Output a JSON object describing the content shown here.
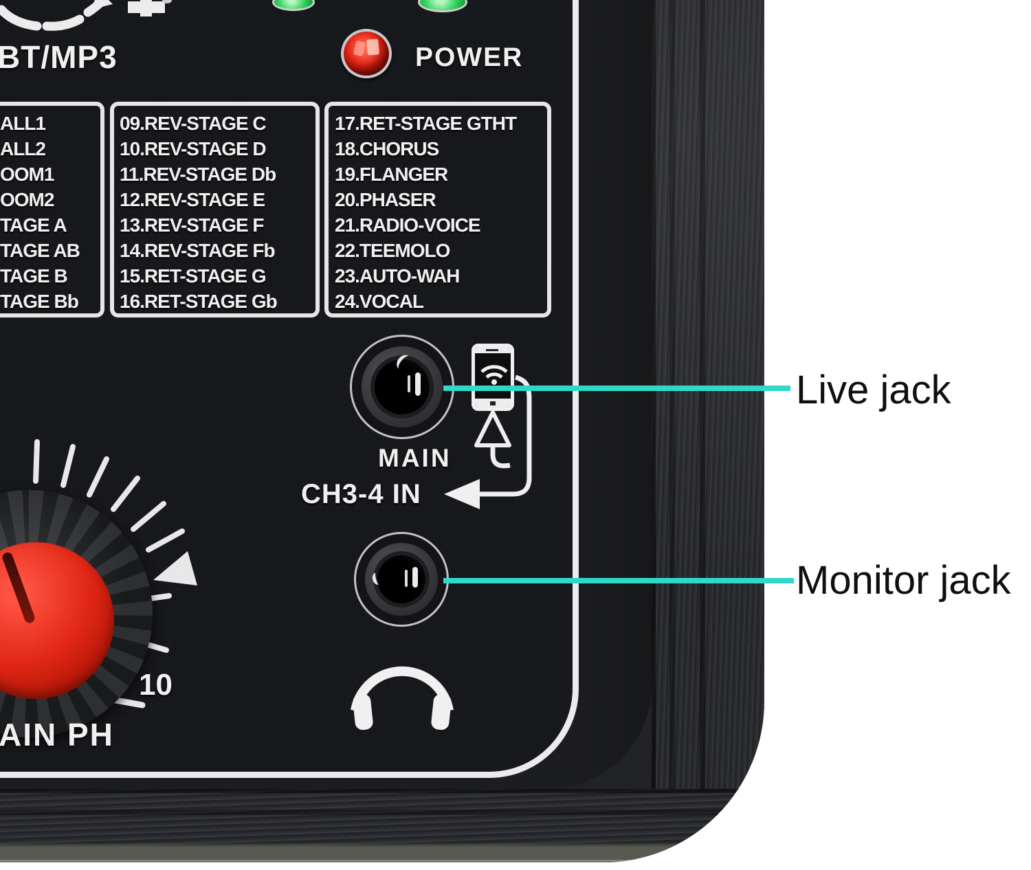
{
  "device": {
    "bt_label": "BT/MP3",
    "power_label": "POWER",
    "effects_list": {
      "col1": [
        "ALL1",
        "ALL2",
        "OOM1",
        "OOM2",
        "TAGE A",
        "TAGE AB",
        "TAGE B",
        "TAGE Bb"
      ],
      "col2": [
        "09.REV-STAGE C",
        "10.REV-STAGE D",
        "11.REV-STAGE Db",
        "12.REV-STAGE E",
        "13.REV-STAGE F",
        "14.REV-STAGE Fb",
        "15.RET-STAGE G",
        "16.RET-STAGE Gb"
      ],
      "col3": [
        "17.RET-STAGE GTHT",
        "18.CHORUS",
        "19.FLANGER",
        "20.PHASER",
        "21.RADIO-VOICE",
        "22.TEEMOLO",
        "23.AUTO-WAH",
        "24.VOCAL"
      ]
    },
    "main_jack_label": "MAIN",
    "ch34_label": "CH3-4 IN",
    "knob_scale_max": "10",
    "knob_caption": "AIN PH"
  },
  "annotations": {
    "live_jack_label": "Live jack",
    "monitor_jack_label": "Monitor jack"
  },
  "colors": {
    "callout_line": "#2ed9c9",
    "power_led": "#e02012",
    "status_led": "#37d463",
    "knob_cap": "#e02715",
    "panel_print": "#f0f0f0"
  }
}
